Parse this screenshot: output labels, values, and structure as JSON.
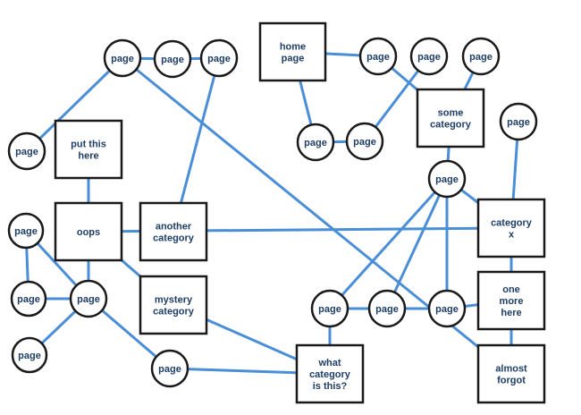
{
  "colors": {
    "edge": "#4a8ed8",
    "outline": "#1a1a1a",
    "label": "#1f3e66",
    "background": "#ffffff"
  },
  "nodes": [
    {
      "id": "c1",
      "shape": "circle",
      "lines": [
        "page"
      ]
    },
    {
      "id": "c2",
      "shape": "circle",
      "lines": [
        "page"
      ]
    },
    {
      "id": "c3",
      "shape": "circle",
      "lines": [
        "page"
      ]
    },
    {
      "id": "b_home",
      "shape": "box",
      "lines": [
        "home",
        "page"
      ]
    },
    {
      "id": "c4",
      "shape": "circle",
      "lines": [
        "page"
      ]
    },
    {
      "id": "c5",
      "shape": "circle",
      "lines": [
        "page"
      ]
    },
    {
      "id": "c6",
      "shape": "circle",
      "lines": [
        "page"
      ]
    },
    {
      "id": "b_some",
      "shape": "box",
      "lines": [
        "some",
        "category"
      ]
    },
    {
      "id": "c7",
      "shape": "circle",
      "lines": [
        "page"
      ]
    },
    {
      "id": "c8",
      "shape": "circle",
      "lines": [
        "page"
      ]
    },
    {
      "id": "c9",
      "shape": "circle",
      "lines": [
        "page"
      ]
    },
    {
      "id": "c10",
      "shape": "circle",
      "lines": [
        "page"
      ]
    },
    {
      "id": "b_put",
      "shape": "box",
      "lines": [
        "put this",
        "here"
      ]
    },
    {
      "id": "c11",
      "shape": "circle",
      "lines": [
        "page"
      ]
    },
    {
      "id": "b_oops",
      "shape": "box",
      "lines": [
        "oops"
      ]
    },
    {
      "id": "b_another",
      "shape": "box",
      "lines": [
        "another",
        "category"
      ]
    },
    {
      "id": "b_catx",
      "shape": "box",
      "lines": [
        "category",
        "x"
      ]
    },
    {
      "id": "c12",
      "shape": "circle",
      "lines": [
        "page"
      ]
    },
    {
      "id": "c13",
      "shape": "circle",
      "lines": [
        "page"
      ]
    },
    {
      "id": "c14",
      "shape": "circle",
      "lines": [
        "page"
      ]
    },
    {
      "id": "b_mystery",
      "shape": "box",
      "lines": [
        "mystery",
        "category"
      ]
    },
    {
      "id": "c15",
      "shape": "circle",
      "lines": [
        "page"
      ]
    },
    {
      "id": "c16",
      "shape": "circle",
      "lines": [
        "page"
      ]
    },
    {
      "id": "c17",
      "shape": "circle",
      "lines": [
        "page"
      ]
    },
    {
      "id": "b_onemore",
      "shape": "box",
      "lines": [
        "one",
        "more",
        "here"
      ]
    },
    {
      "id": "c18",
      "shape": "circle",
      "lines": [
        "page"
      ]
    },
    {
      "id": "c19",
      "shape": "circle",
      "lines": [
        "page"
      ]
    },
    {
      "id": "b_what",
      "shape": "box",
      "lines": [
        "what",
        "category",
        "is this?"
      ]
    },
    {
      "id": "b_almost",
      "shape": "box",
      "lines": [
        "almost",
        "forgot"
      ]
    }
  ],
  "edges": [
    [
      "c1",
      "c2"
    ],
    [
      "c2",
      "c3"
    ],
    [
      "c1",
      "c10"
    ],
    [
      "c1",
      "b_almost"
    ],
    [
      "c3",
      "b_another"
    ],
    [
      "b_home",
      "c4"
    ],
    [
      "b_home",
      "c7"
    ],
    [
      "c4",
      "b_some"
    ],
    [
      "c5",
      "c9"
    ],
    [
      "c6",
      "b_some"
    ],
    [
      "c7",
      "c9"
    ],
    [
      "b_some",
      "c11"
    ],
    [
      "c8",
      "b_catx"
    ],
    [
      "b_put",
      "b_oops"
    ],
    [
      "b_oops",
      "b_catx"
    ],
    [
      "b_oops",
      "b_mystery"
    ],
    [
      "b_oops",
      "c14"
    ],
    [
      "c12",
      "c13"
    ],
    [
      "c12",
      "c14"
    ],
    [
      "c13",
      "c14"
    ],
    [
      "c14",
      "c15"
    ],
    [
      "c14",
      "c19"
    ],
    [
      "b_mystery",
      "b_what"
    ],
    [
      "c19",
      "b_what"
    ],
    [
      "c16",
      "b_what"
    ],
    [
      "c16",
      "c17"
    ],
    [
      "c17",
      "c18"
    ],
    [
      "c11",
      "c16"
    ],
    [
      "c11",
      "c17"
    ],
    [
      "c11",
      "c18"
    ],
    [
      "c11",
      "b_catx"
    ],
    [
      "b_catx",
      "b_onemore"
    ],
    [
      "c18",
      "b_onemore"
    ],
    [
      "b_onemore",
      "b_almost"
    ]
  ]
}
